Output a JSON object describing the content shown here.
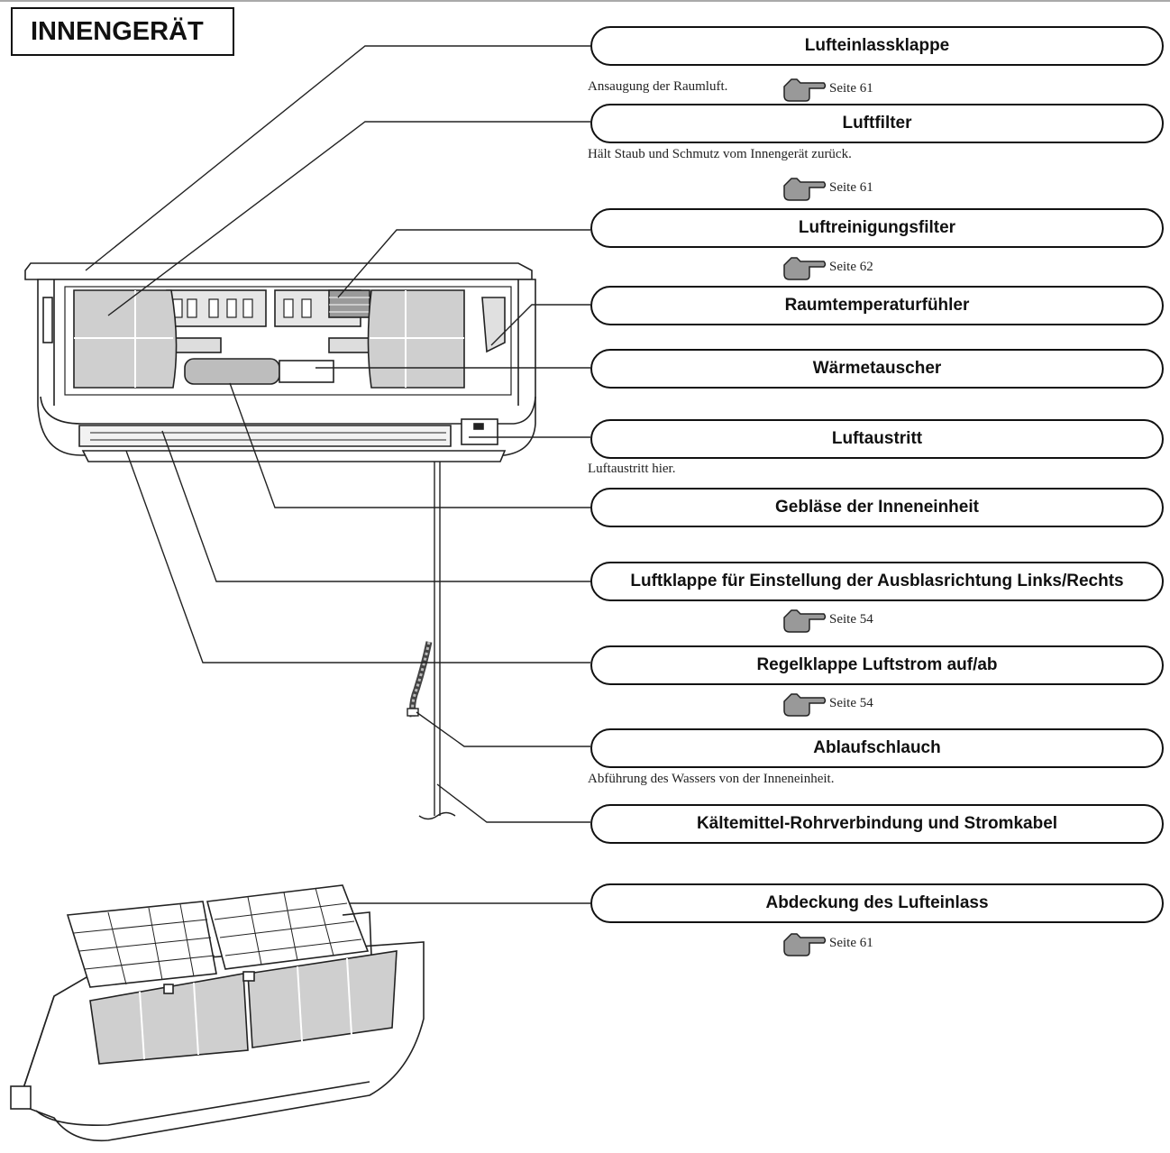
{
  "title": "INNENGERÄT",
  "labels": {
    "l1": "Lufteinlassklappe",
    "l2": "Luftfilter",
    "l3": "Luftreinigungsfilter",
    "l4": "Raumtemperaturfühler",
    "l5": "Wärmetauscher",
    "l6": "Luftaustritt",
    "l7": "Gebläse der Inneneinheit",
    "l8": "Luftklappe für Einstellung der Ausblasrichtung Links/Rechts",
    "l9": "Regelklappe Luftstrom auf/ab",
    "l10": "Ablaufschlauch",
    "l11": "Kältemittel-Rohrverbindung und Stromkabel",
    "l12": "Abdeckung des Lufteinlass"
  },
  "descriptions": {
    "d1": "Ansaugung der Raumluft.",
    "d2": "Hält Staub und Schmutz vom Innengerät zurück.",
    "d6": "Luftaustritt hier.",
    "d10": "Abführung des Wassers von der Inneneinheit."
  },
  "refs": {
    "r1": "Seite 61",
    "r2": "Seite 61",
    "r3": "Seite 62",
    "r8": "Seite 54",
    "r9": "Seite 54",
    "r12": "Seite 61"
  },
  "icons": {
    "pointer": "pointing-hand-icon"
  }
}
